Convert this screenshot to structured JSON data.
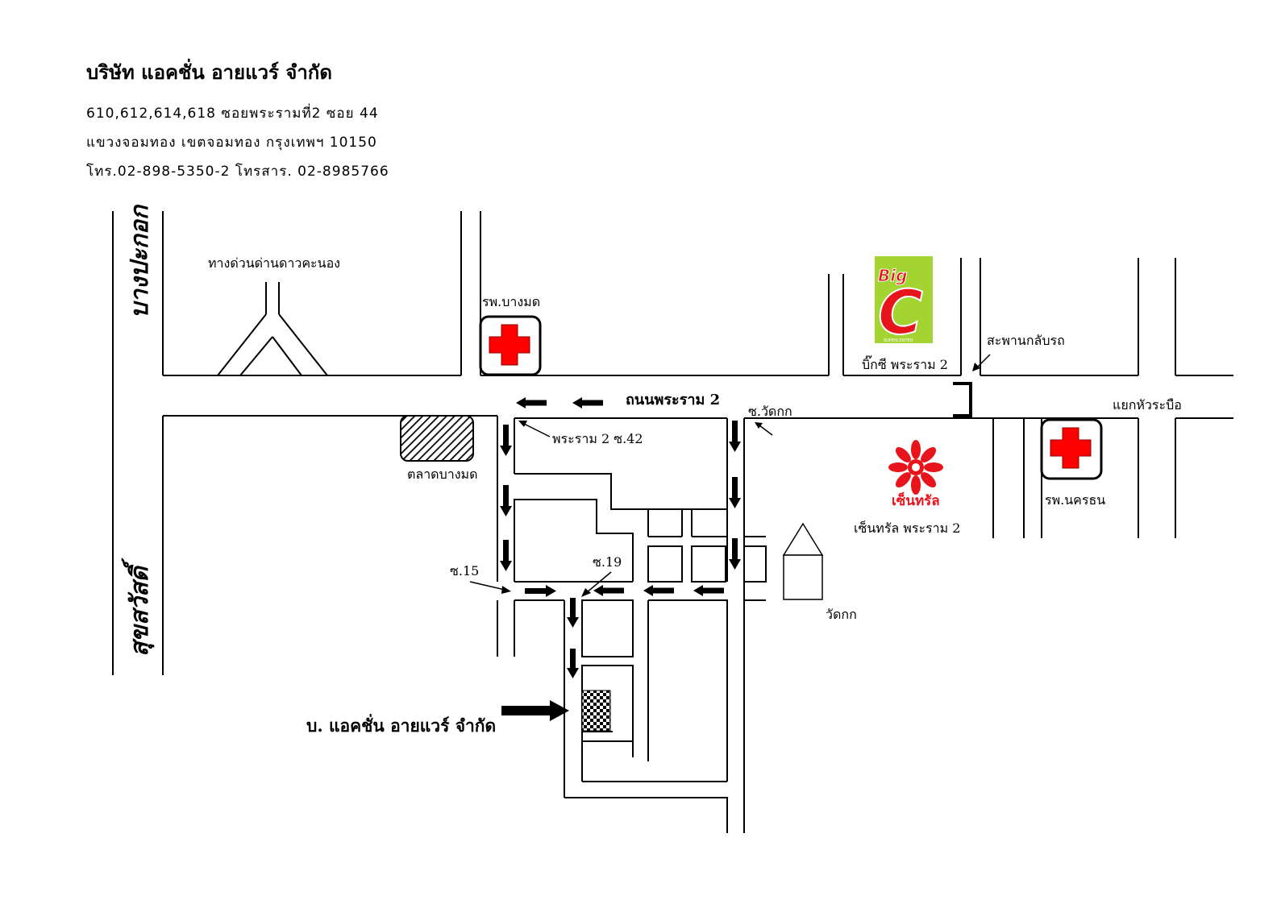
{
  "header": {
    "company_name": "บริษัท แอคชั่น อายแวร์ จำกัด",
    "address_line1": "610,612,614,618 ซอยพระรามที่2 ซอย 44",
    "address_line2": "แขวงจอมทอง  เขตจอมทอง  กรุงเทพฯ 10150",
    "address_line3": "โทร.02-898-5350-2  โทรสาร. 02-8985766"
  },
  "map": {
    "roads": {
      "bang_pakok": "บางปะกอก",
      "suksawat": "สุขสวัสดิ์",
      "rama2": "ถนนพระราม 2",
      "expressway": "ทางด่วนด่านดาวคะนอง"
    },
    "places": {
      "bangmod_hospital": "รพ.บางมด",
      "bangmod_market": "ตลาดบางมด",
      "bigc_name": "บิ๊กซี พระราม 2",
      "bigc_logo_top": "Big",
      "bigc_logo_letter": "C",
      "bigc_logo_sub": "SUPERCENTER",
      "u_turn_bridge": "สะพานกลับรถ",
      "hua_rabue_junction": "แยกหัวระบือ",
      "soi_wat_kok": "ซ.วัดกก",
      "rama2_soi42": "พระราม 2 ซ.42",
      "central_logo": "เซ็นทรัล",
      "central_name": "เซ็นทรัล พระราม 2",
      "nakornthon_hospital": "รพ.นครธน",
      "soi15": "ซ.15",
      "soi19": "ซ.19",
      "wat_kok": "วัดกก",
      "destination": "บ. แอคชั่น อายแวร์ จำกัด"
    },
    "icons": [
      "hospital-cross-icon",
      "arrow-icon",
      "bigc-logo",
      "central-logo",
      "temple-icon"
    ],
    "colors": {
      "hospital_cross": "#ff0000",
      "bigc_background": "#a3d431",
      "bigc_letter": "#e8141b",
      "central_red": "#e8141b"
    }
  }
}
